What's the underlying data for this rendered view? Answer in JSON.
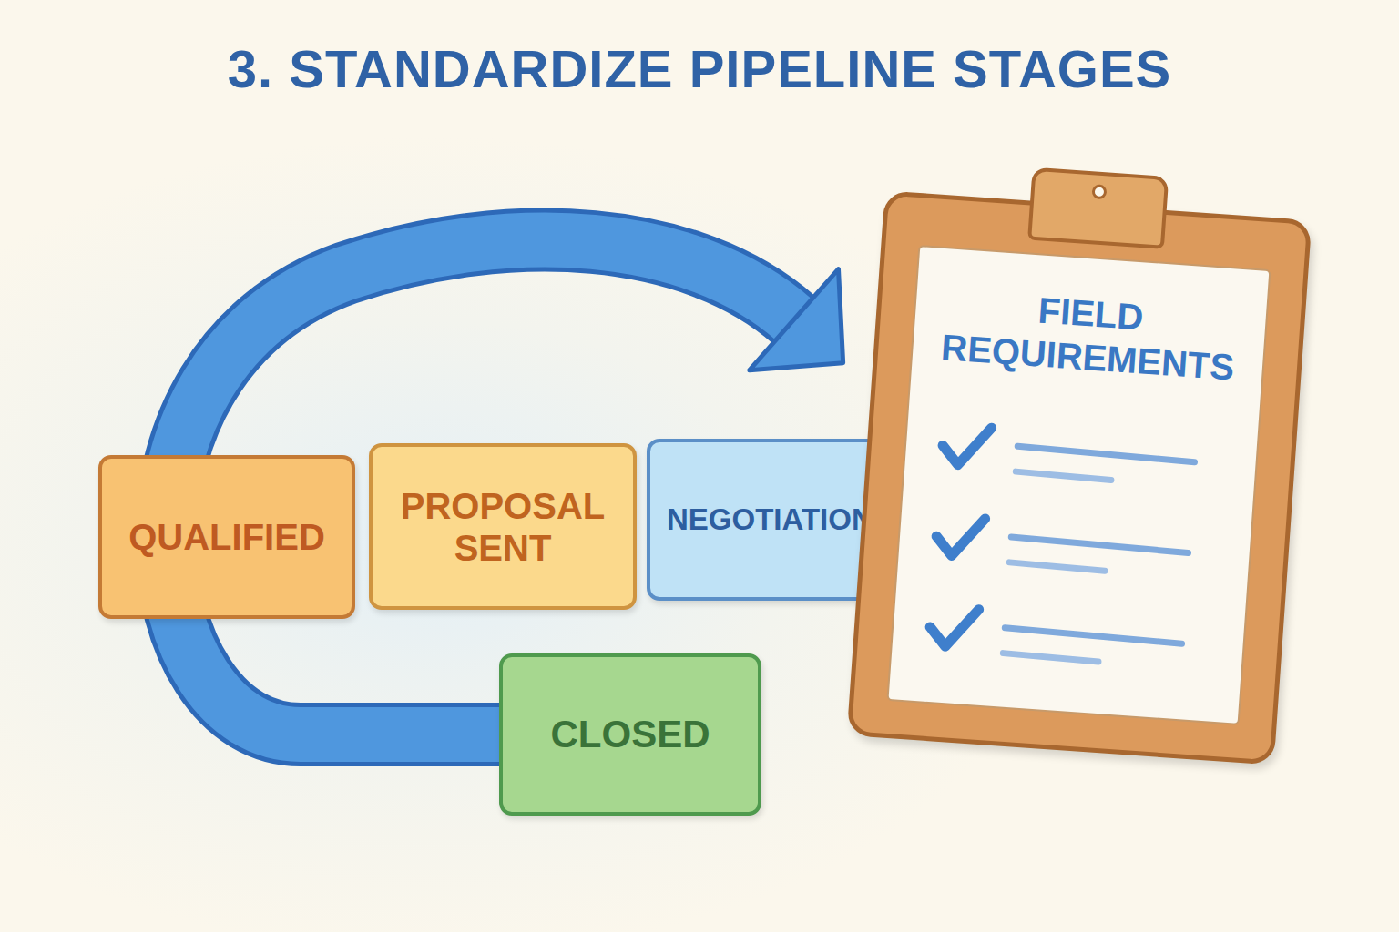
{
  "diagram": {
    "title": "3. STANDARDIZE PIPELINE STAGES",
    "nodes": [
      {
        "text": [
          "QUALIFIED"
        ]
      },
      {
        "text": [
          "PROPOSAL SENT"
        ]
      },
      {
        "text": [
          "NEGOTIATION"
        ]
      },
      {
        "text": [
          "CLOSED"
        ]
      },
      {
        "text": [
          "FIELD REQUIREMENTS"
        ]
      }
    ],
    "edges": [
      {
        "from": 3,
        "to": 4,
        "arrow": "to"
      }
    ]
  }
}
